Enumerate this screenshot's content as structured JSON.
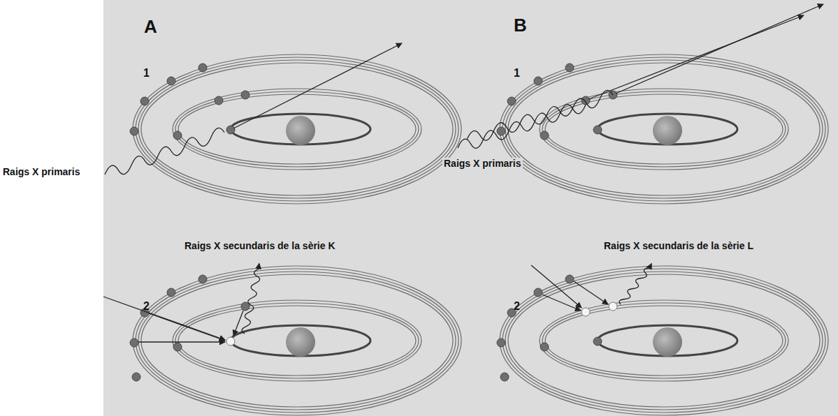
{
  "diagram": {
    "labels": [
      "A",
      "1",
      "Raigs X primaris",
      "Raigs X secundaris de la sèrie K",
      "2",
      "B",
      "1",
      "Raigs X primaris",
      "Raigs X secundaris de la sèrie L",
      "2"
    ]
  }
}
